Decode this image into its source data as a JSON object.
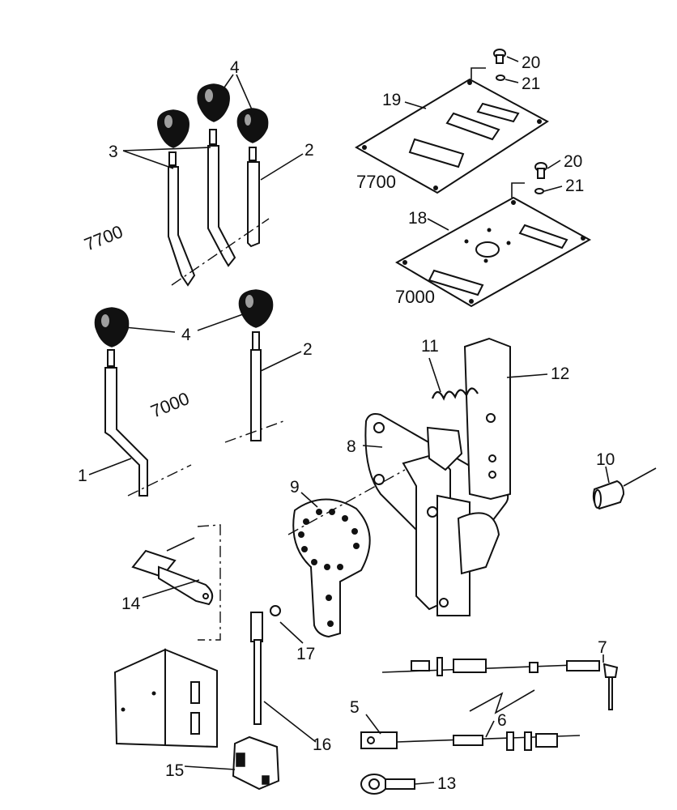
{
  "diagram": {
    "model_labels": [
      "7700",
      "7000",
      "7700",
      "7000"
    ],
    "part_numbers": {
      "p1": "1",
      "p2a": "2",
      "p2b": "2",
      "p3": "3",
      "p4a": "4",
      "p4b": "4",
      "p5": "5",
      "p6": "6",
      "p7": "7",
      "p8": "8",
      "p9": "9",
      "p10": "10",
      "p11": "11",
      "p12": "12",
      "p13": "13",
      "p14": "14",
      "p15": "15",
      "p16": "16",
      "p17": "17",
      "p18": "18",
      "p19": "19",
      "p20a": "20",
      "p20b": "20",
      "p21a": "21",
      "p21b": "21"
    },
    "colors": {
      "ink": "#111111",
      "paper": "#ffffff"
    }
  }
}
